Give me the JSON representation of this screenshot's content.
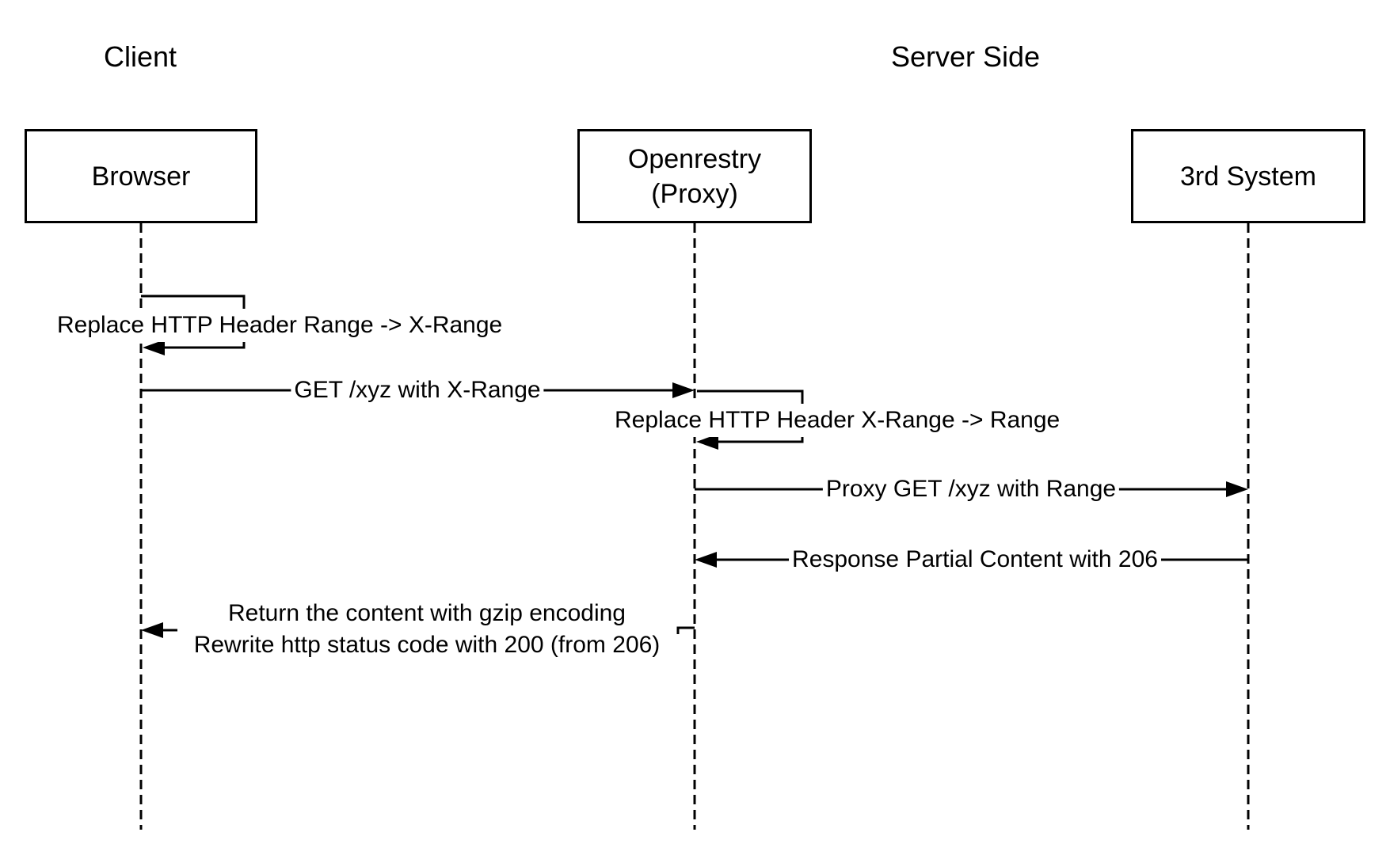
{
  "canvas": {
    "background_color": "#ffffff",
    "line_color": "#000000",
    "text_color": "#000000"
  },
  "headers": {
    "client": {
      "label": "Client"
    },
    "server_side": {
      "label": "Server Side"
    }
  },
  "actors": {
    "browser": {
      "label": "Browser"
    },
    "openrestry": {
      "label_line1": "Openrestry",
      "label_line2": "(Proxy)"
    },
    "third_system": {
      "label": "3rd System"
    }
  },
  "messages": {
    "m1_replace_range": {
      "text": "Replace HTTP Header Range -> X-Range",
      "from": "Browser",
      "to": "Browser",
      "kind": "self"
    },
    "m2_get_xrange": {
      "text": "GET /xyz with X-Range",
      "from": "Browser",
      "to": "Openrestry",
      "kind": "arrow-right"
    },
    "m3_replace_xrange": {
      "text": "Replace HTTP Header X-Range -> Range",
      "from": "Openrestry",
      "to": "Openrestry",
      "kind": "self"
    },
    "m4_proxy_get": {
      "text": "Proxy GET /xyz with Range",
      "from": "Openrestry",
      "to": "3rd System",
      "kind": "arrow-right"
    },
    "m5_response_206": {
      "text": "Response Partial Content with 206",
      "from": "3rd System",
      "to": "Openrestry",
      "kind": "arrow-left"
    },
    "m6_return_content": {
      "text_line1": "Return the content with gzip encoding",
      "text_line2": "Rewrite http status code with 200 (from 206)",
      "from": "Openrestry",
      "to": "Browser",
      "kind": "arrow-left"
    }
  }
}
